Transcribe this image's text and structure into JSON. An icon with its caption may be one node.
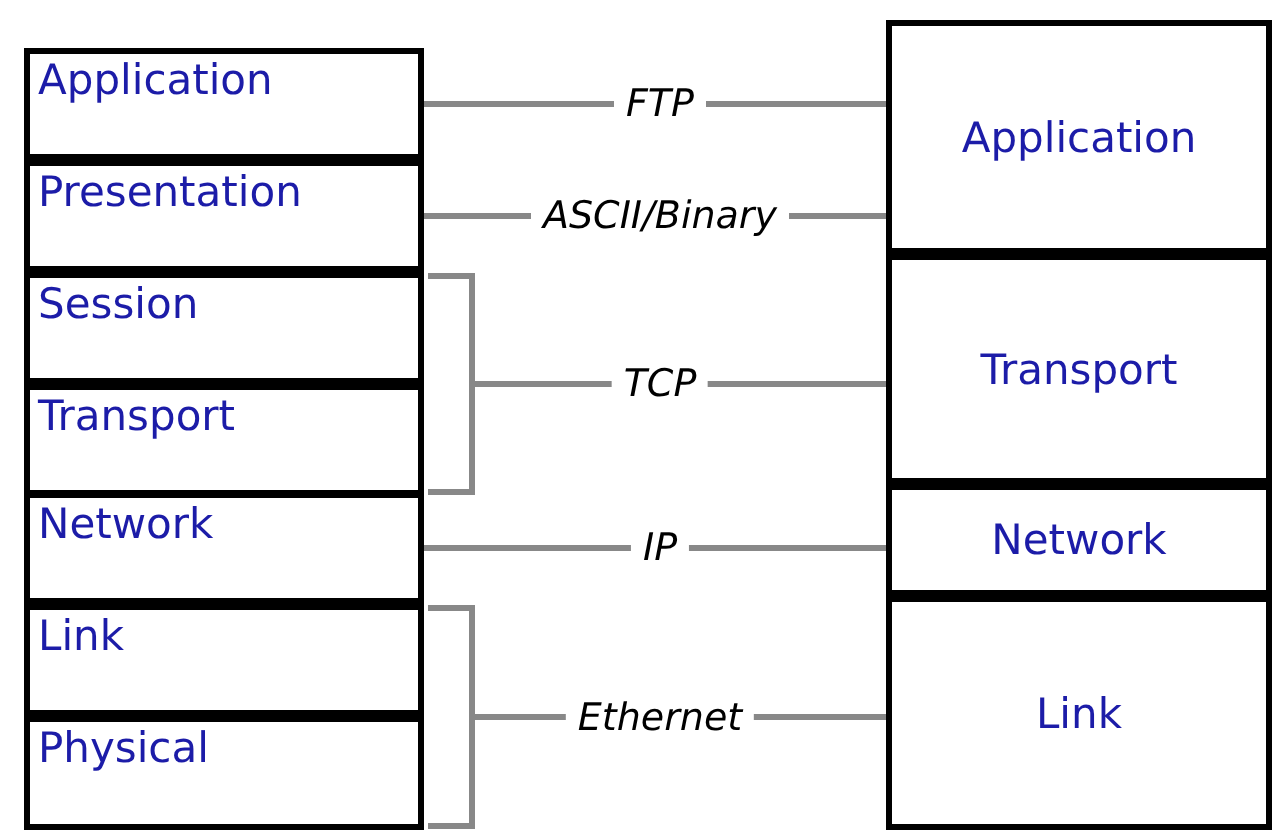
{
  "diagram": {
    "nodes": [
      {
        "text": [
          "Application"
        ]
      },
      {
        "text": [
          "Presentation"
        ]
      },
      {
        "text": [
          "Session"
        ]
      },
      {
        "text": [
          "Transport"
        ]
      },
      {
        "text": [
          "Network"
        ]
      },
      {
        "text": [
          "Link"
        ]
      },
      {
        "text": [
          "Physical"
        ]
      },
      {
        "text": [
          "Application"
        ]
      },
      {
        "text": [
          "Transport"
        ]
      },
      {
        "text": [
          "Network"
        ]
      },
      {
        "text": [
          "Link"
        ]
      }
    ],
    "edges": [
      {
        "from": 0,
        "to": 7,
        "arrow": "none",
        "label": "FTP"
      },
      {
        "from": 1,
        "to": 7,
        "arrow": "none",
        "label": "ASCII/Binary"
      },
      {
        "from": 2,
        "to": 8,
        "arrow": "none",
        "label": "TCP"
      },
      {
        "from": 3,
        "to": 8,
        "arrow": "none"
      },
      {
        "from": 4,
        "to": 9,
        "arrow": "none",
        "label": "IP"
      },
      {
        "from": 5,
        "to": 10,
        "arrow": "none",
        "label": "Ethernet"
      },
      {
        "from": 6,
        "to": 10,
        "arrow": "none"
      }
    ]
  }
}
